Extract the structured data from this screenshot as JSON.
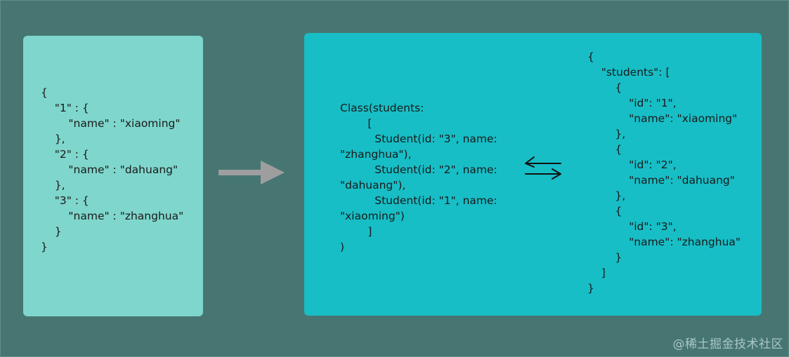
{
  "source_json": {
    "lines": [
      "{",
      "    \"1\" : {",
      "        \"name\" : \"xiaoming\"",
      "    },",
      "    \"2\" : {",
      "        \"name\" : \"dahuang\"",
      "    },",
      "    \"3\" : {",
      "        \"name\" : \"zhanghua\"",
      "    }",
      "}"
    ]
  },
  "class_repr": {
    "lines": [
      "Class(students:",
      "        [",
      "          Student(id: \"3\", name:",
      "\"zhanghua\"),",
      "          Student(id: \"2\", name:",
      "\"dahuang\"),",
      "          Student(id: \"1\", name:",
      "\"xiaoming\")",
      "        ]",
      ")"
    ]
  },
  "target_json": {
    "lines": [
      "{",
      "    \"students\": [",
      "        {",
      "            \"id\": \"1\",",
      "            \"name\": \"xiaoming\"",
      "        },",
      "        {",
      "            \"id\": \"2\",",
      "            \"name\": \"dahuang\"",
      "        },",
      "        {",
      "            \"id\": \"3\",",
      "            \"name\": \"zhanghua\"",
      "        }",
      "    ]",
      "}"
    ]
  },
  "icons": {
    "main_arrow": "right-arrow-icon",
    "swap_arrows": "bidirectional-arrows-icon"
  },
  "colors": {
    "background": "#477672",
    "left_panel": "#7fd6cc",
    "right_panel": "#17bec6",
    "arrow": "#9e9e9e",
    "text": "#1a1a1a"
  },
  "watermark": "@稀土掘金技术社区"
}
